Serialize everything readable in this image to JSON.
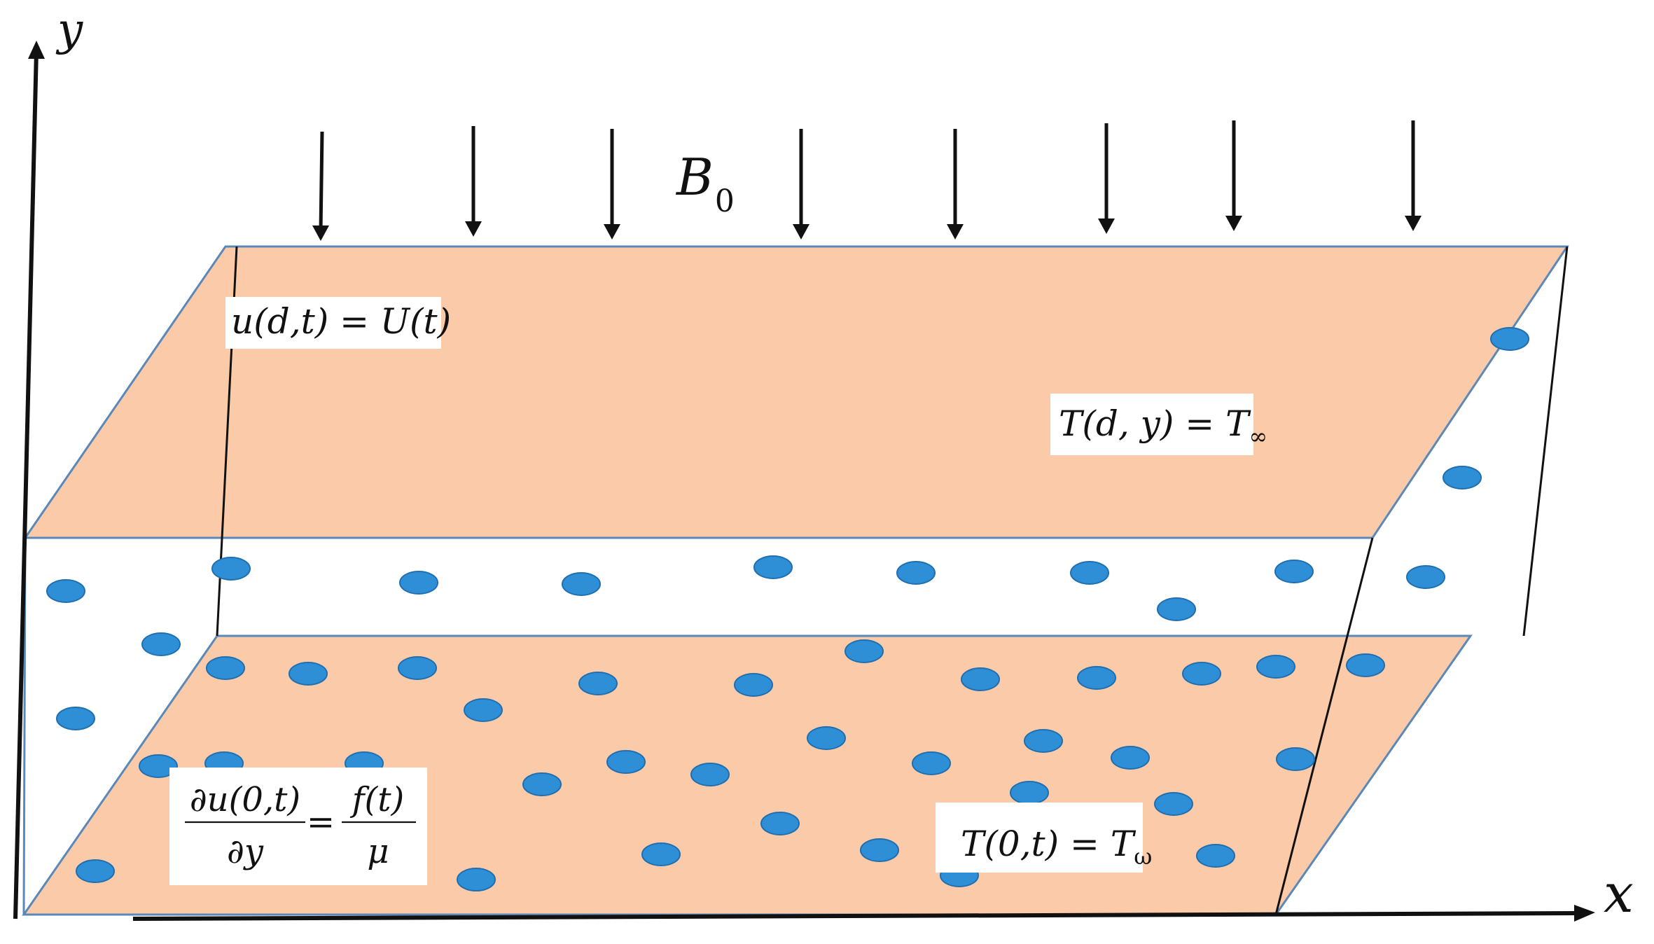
{
  "axes": {
    "x_label": "x",
    "y_label": "y"
  },
  "field": {
    "symbol": "B",
    "subscript": "0"
  },
  "equations": {
    "top_velocity": {
      "text": "u(d,t) = U(t)"
    },
    "top_temperature": {
      "lhs": "T(d, y) = T",
      "subscript": "∞"
    },
    "bottom_shear": {
      "numerator": "∂u(0,t)",
      "denominator": "∂y",
      "equals": "=",
      "rhs_numerator": "f(t)",
      "rhs_denominator": "μ"
    },
    "bottom_temperature": {
      "lhs": "T(0,t) = T",
      "subscript": "ω"
    }
  },
  "colors": {
    "plate_fill": "#fbcaa8",
    "plate_edge": "#5a88b8",
    "particle": "#2f8fd6",
    "particle_edge": "#1f6fb0",
    "ink": "#111111",
    "label_bg": "#ffffff"
  }
}
